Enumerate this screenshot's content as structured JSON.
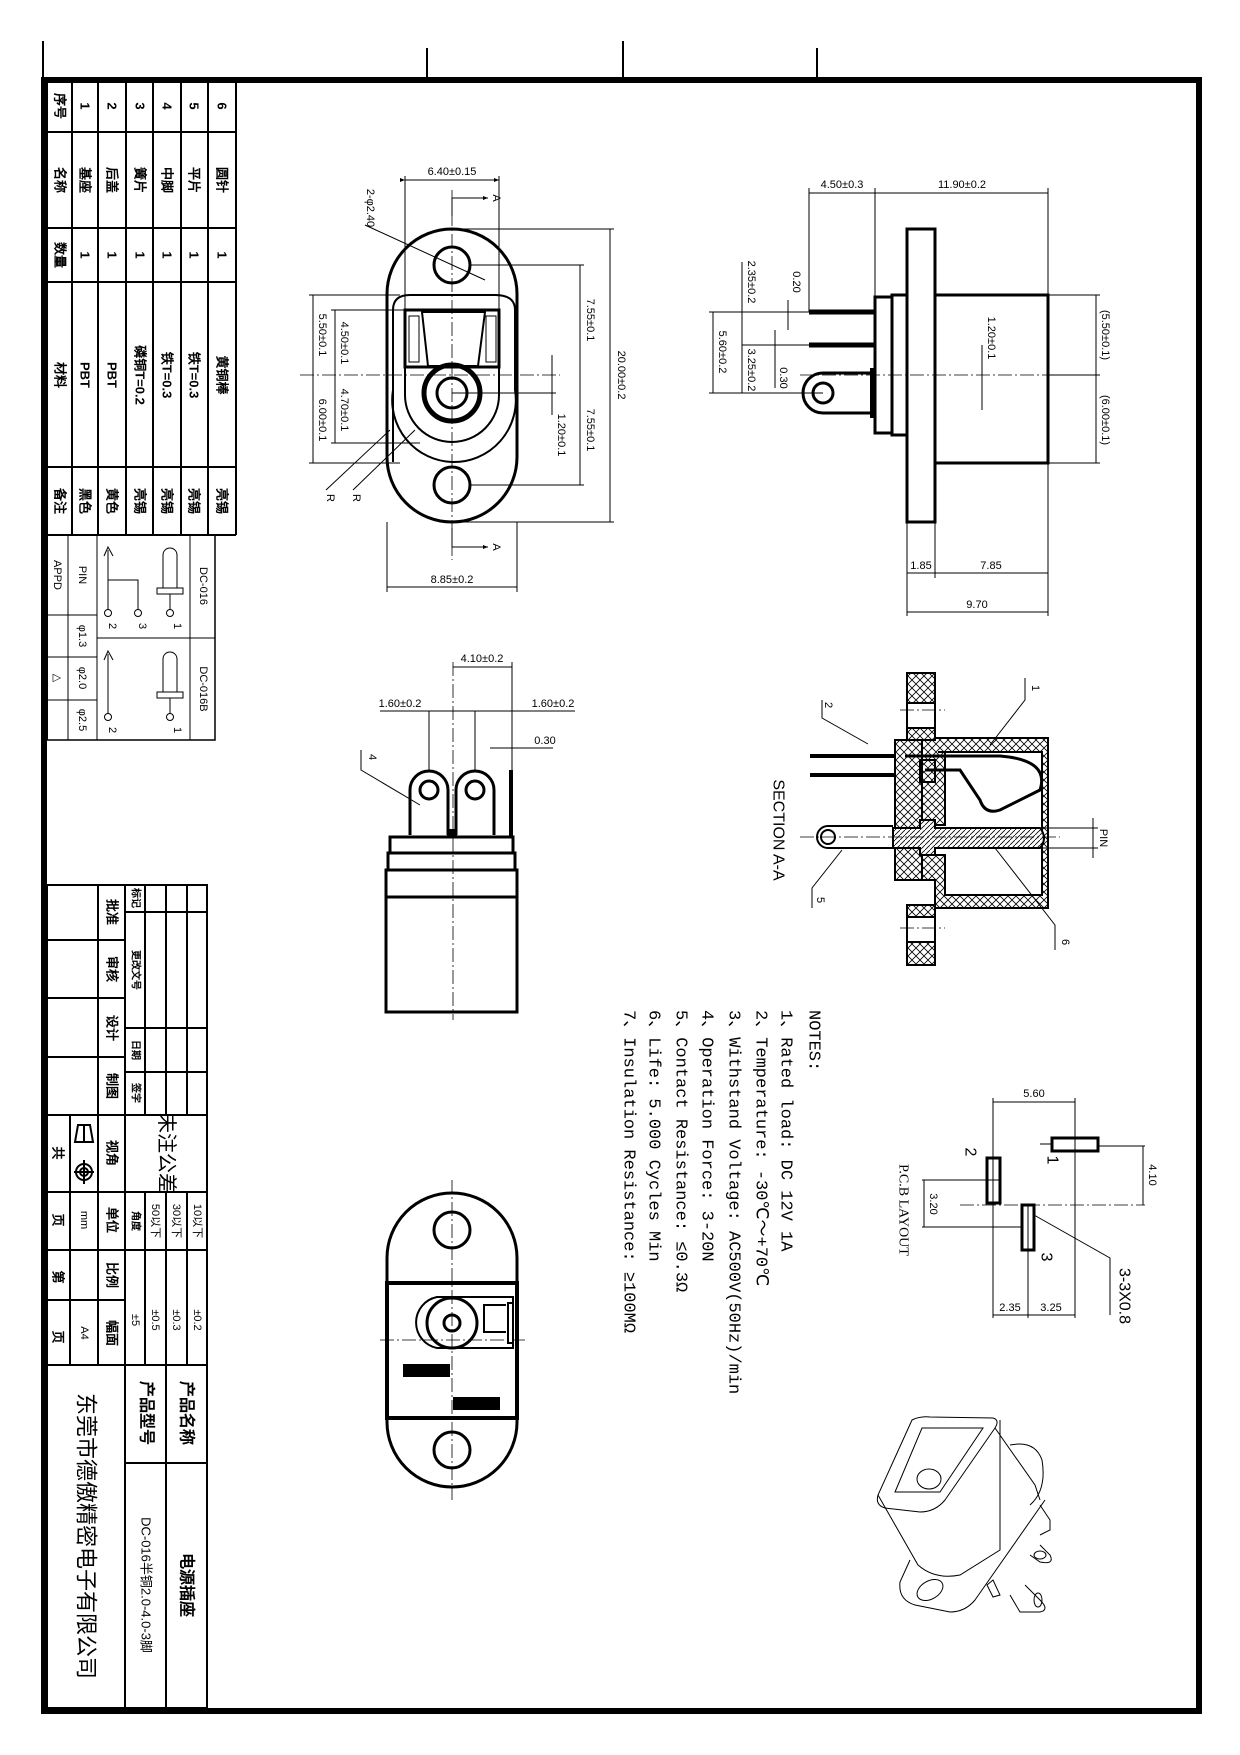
{
  "parts_table": {
    "headers": {
      "no": "序号",
      "name": "名称",
      "qty": "数量",
      "material": "材料",
      "remark": "备注"
    },
    "rows": [
      {
        "no": "1",
        "name": "基座",
        "qty": "1",
        "material": "PBT",
        "remark": "黑色"
      },
      {
        "no": "2",
        "name": "后盖",
        "qty": "1",
        "material": "PBT",
        "remark": "黄色"
      },
      {
        "no": "3",
        "name": "簧片",
        "qty": "1",
        "material": "磷铜T=0.2",
        "remark": "亮锡"
      },
      {
        "no": "4",
        "name": "中脚",
        "qty": "1",
        "material": "铁T=0.3",
        "remark": "亮锡"
      },
      {
        "no": "5",
        "name": "平片",
        "qty": "1",
        "material": "铁T=0.3",
        "remark": "亮锡"
      },
      {
        "no": "6",
        "name": "圆针",
        "qty": "1",
        "material": "黄铜棒",
        "remark": "亮锡"
      }
    ]
  },
  "pin_table": {
    "appd_label": "APPD",
    "pin_label": "PIN",
    "diameters": [
      "φ1.3",
      "φ2.0",
      "φ2.5"
    ],
    "appd_mark": "△",
    "variants": [
      {
        "model": "DC-016",
        "pins": [
          "1",
          "2",
          "3"
        ]
      },
      {
        "model": "DC-016B",
        "pins": [
          "1",
          "2"
        ]
      }
    ]
  },
  "top_view": {
    "width_top": "6.40±0.15",
    "hole_callout": "2-φ2.40",
    "width_bottom": "8.85±0.2",
    "length_total": "20.00±0.2",
    "hole_to_center_1": "7.55±0.1",
    "hole_to_center_2": "7.55±0.1",
    "pin_offset": "1.20±0.1",
    "outer_upper": "5.50±0.1",
    "outer_lower": "6.00±0.1",
    "inner_upper": "4.50±0.1",
    "inner_lower": "4.70±0.1",
    "radius_1": "R",
    "radius_2": "R",
    "section_mark": "A"
  },
  "side_view": {
    "pin_length": "4.50±0.3",
    "body_length": "11.90±0.2",
    "pin_gap_1": "2.35±0.2",
    "pin_gap_2": "3.25±0.2",
    "pin_span": "5.60±0.2",
    "thickness_1": "0.20",
    "thickness_2": "0.30",
    "center_offset": "1.20±0.1",
    "upper_ref": "(5.50±0.1)",
    "lower_ref": "(6.00±0.1)",
    "flange": "1.85",
    "body_front": "7.85",
    "total_depth": "9.70"
  },
  "rear_view": {
    "lug_spacing": "4.10±0.2",
    "lug_left": "1.60±0.2",
    "lug_right": "1.60±0.2",
    "blade_thickness": "0.30",
    "callout_4": "4"
  },
  "section": {
    "title": "SECTION A-A",
    "callouts": [
      "1",
      "2",
      "5",
      "6"
    ],
    "pin_label": "PIN"
  },
  "notes": {
    "title": "NOTES:",
    "items": [
      "1、Rated load: DC 12V 1A",
      "2、Temperature: -30℃～+70℃",
      "3、Withstand Voltage: AC500V(50Hz)/min",
      "4、Operation Force: 3-20N",
      "5、Contact Resistance: ≤0.3Ω",
      "6、Life: 5.000 Cycles Min",
      "7、Insulation Resistance: ≥100MΩ"
    ]
  },
  "pcb_layout": {
    "title": "P.C.B LAYOUT",
    "width": "5.60",
    "offset_1": "4.10",
    "offset_2": "3.20",
    "split_left": "2.35",
    "split_right": "3.25",
    "slot_callout": "3-3X0.8",
    "pads": [
      "1",
      "2",
      "3"
    ]
  },
  "title_block": {
    "approve": "批准",
    "review": "审核",
    "design": "设计",
    "draft": "制图",
    "mark": "标记",
    "change_doc": "更改文号",
    "date": "日期",
    "sign": "签字",
    "tolerance_title": "未注公差",
    "view_angle": "视角",
    "total": "共",
    "page_a": "页",
    "page_no": "第",
    "page_b": "页",
    "unit_label": "单位",
    "unit": "mm",
    "scale_label": "比例",
    "size_label": "幅面",
    "size": "A4",
    "angle_label": "角度",
    "angle_tol": "±5",
    "ranges": [
      "10以下",
      "30以下",
      "50以下"
    ],
    "tolerances": [
      "±0.2",
      "±0.3",
      "±0.5"
    ],
    "product_name_label": "产品名称",
    "product_name": "电源插座",
    "product_model_label": "产品型号",
    "product_model": "DC-016半铜2.0-4.0-3脚",
    "company": "东莞市德傲精密电子有限公司"
  }
}
